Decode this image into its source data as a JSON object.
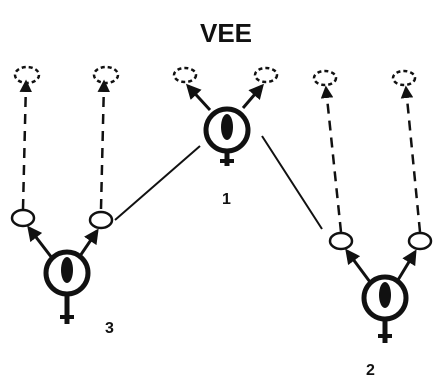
{
  "diagram": {
    "title": "VEE",
    "birds": [
      {
        "id": "bird-1",
        "label": "1"
      },
      {
        "id": "bird-2",
        "label": "2"
      },
      {
        "id": "bird-3",
        "label": "3"
      }
    ],
    "colors": {
      "ink": "#111111",
      "background": "#ffffff"
    },
    "icons": {
      "bird": "bird-top-view-icon",
      "wingtip": "wingtip-vortex-ring-icon",
      "trail": "dashed-vortex-ring-icon"
    }
  }
}
